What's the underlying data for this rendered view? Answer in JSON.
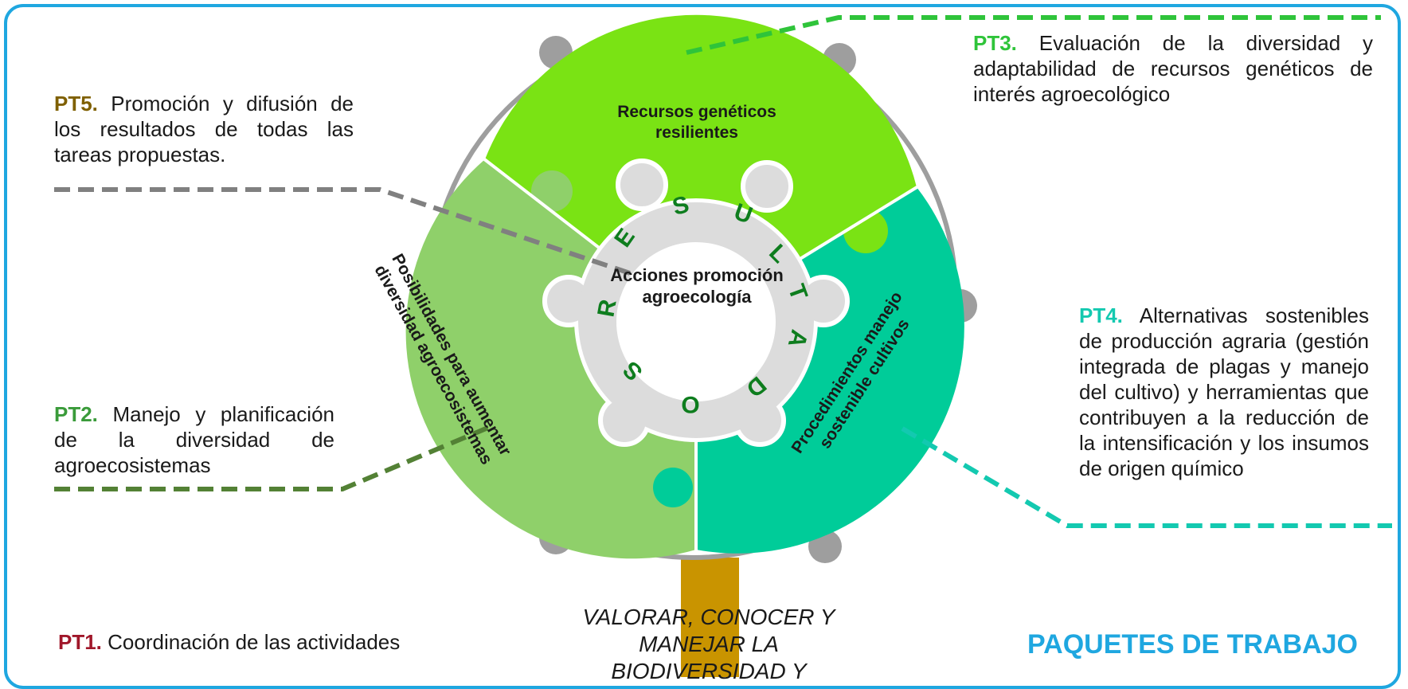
{
  "title": "PAQUETES DE TRABAJO",
  "center": "Acciones promoción agroecología",
  "ring_letters": [
    "R",
    "E",
    "S",
    "U",
    "L",
    "T",
    "A",
    "D",
    "O",
    "S"
  ],
  "segments": {
    "top": "Recursos genéticos resilientes",
    "left": "Posibilidades para aumentar diversidad agroecosistemas",
    "right": "Procedimientos manejo sostenible cultivos"
  },
  "stem_text": "VALORAR, CONOCER Y MANEJAR LA BIODIVERSIDAD Y",
  "work_packages": [
    {
      "code": "PT5.",
      "text": " Promoción y difusión de los resultados de todas las tareas propuestas.",
      "color": "#7f6000"
    },
    {
      "code": "PT3.",
      "text": " Evaluación de la diversidad y adaptabilidad de recursos genéticos de interés agroecológico",
      "color": "#2fc43a"
    },
    {
      "code": "PT4.",
      "text": " Alternativas sostenibles de producción agraria (gestión integrada de plagas y manejo del cultivo) y herramientas que contribuyen a la reducción de la intensificación y los insumos de origen químico",
      "color": "#13c9b0"
    },
    {
      "code": "PT2.",
      "text": " Manejo y planificación de la diversidad de agroecosistemas",
      "color": "#3a9b3a"
    },
    {
      "code": "PT1.",
      "text": " Coordinación de las actividades",
      "color": "#a0172a"
    }
  ],
  "colors": {
    "frame": "#1fa7e0",
    "segment_top": "#7ae314",
    "segment_left": "#8fd06a",
    "segment_right": "#00cc99",
    "ring": "#9e9e9e",
    "inner_gear": "#dcdcdc",
    "stem": "#c99400",
    "letters": "#0e7d1e"
  }
}
